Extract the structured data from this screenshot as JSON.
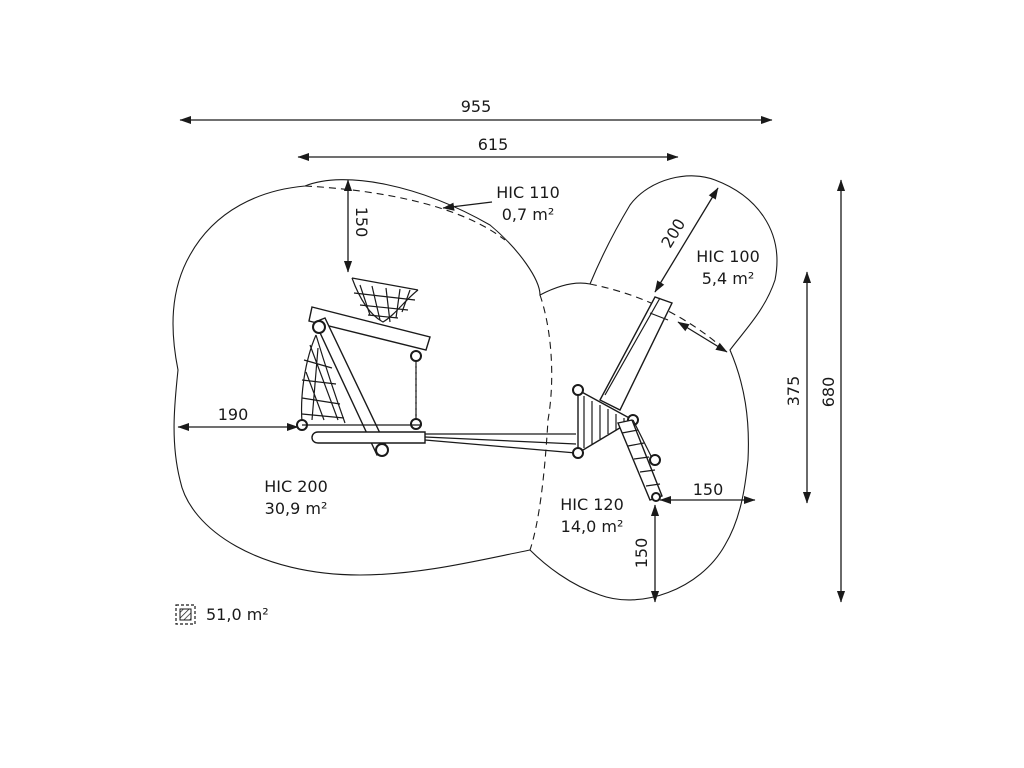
{
  "dimensions": {
    "overall_width": "955",
    "frame_width": "615",
    "overall_depth": "680",
    "tower_depth": "375",
    "net_clearance": "150",
    "left_clearance": "190",
    "slide_clearance": "200",
    "side_clearance": "150",
    "bottom_clearance": "150"
  },
  "zones": {
    "hic110": {
      "label": "HIC 110",
      "area": "0,7 m²"
    },
    "hic100": {
      "label": "HIC 100",
      "area": "5,4 m²"
    },
    "hic200": {
      "label": "HIC 200",
      "area": "30,9 m²"
    },
    "hic120": {
      "label": "HIC 120",
      "area": "14,0 m²"
    }
  },
  "legend": {
    "total_area": "51,0 m²",
    "icon": "hatched-area-icon"
  }
}
